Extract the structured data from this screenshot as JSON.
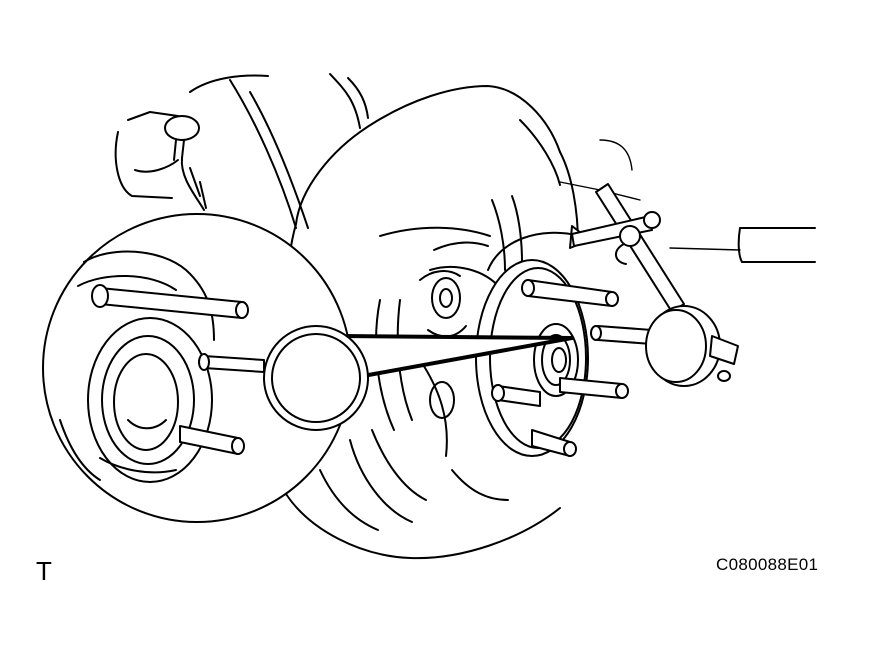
{
  "figure": {
    "view_label": "T",
    "code": "C080088E01"
  },
  "parts": [
    "steering-knuckle",
    "brake-dust-cover",
    "axle-hub",
    "hub-bolts",
    "dial-indicator",
    "magnifier-callout"
  ]
}
